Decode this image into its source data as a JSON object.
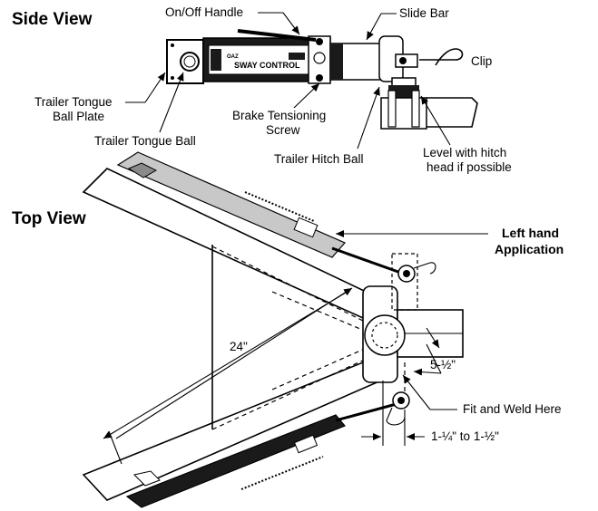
{
  "headings": {
    "side_view": "Side View",
    "top_view": "Top View"
  },
  "device": {
    "brand_mark": "SWAY CONTROL",
    "small_mark": "OAZ"
  },
  "labels": {
    "on_off_handle": "On/Off Handle",
    "slide_bar": "Slide Bar",
    "clip": "Clip",
    "tongue_ball_plate_1": "Trailer Tongue",
    "tongue_ball_plate_2": "Ball Plate",
    "tongue_ball": "Trailer Tongue Ball",
    "brake_screw_1": "Brake Tensioning",
    "brake_screw_2": "Screw",
    "hitch_ball": "Trailer Hitch Ball",
    "level_1": "Level with hitch",
    "level_2": "head if possible",
    "left_hand_1": "Left hand",
    "left_hand_2": "Application",
    "dim_24": "24\"",
    "dim_5_half": "5-½\"",
    "fit_weld": "Fit and Weld Here",
    "dim_offset": "1-¼\" to 1-½\""
  },
  "colors": {
    "ink": "#000000",
    "paper": "#ffffff",
    "bar_gray": "#c8c8c8",
    "bar_dark": "#1a1a1a"
  }
}
